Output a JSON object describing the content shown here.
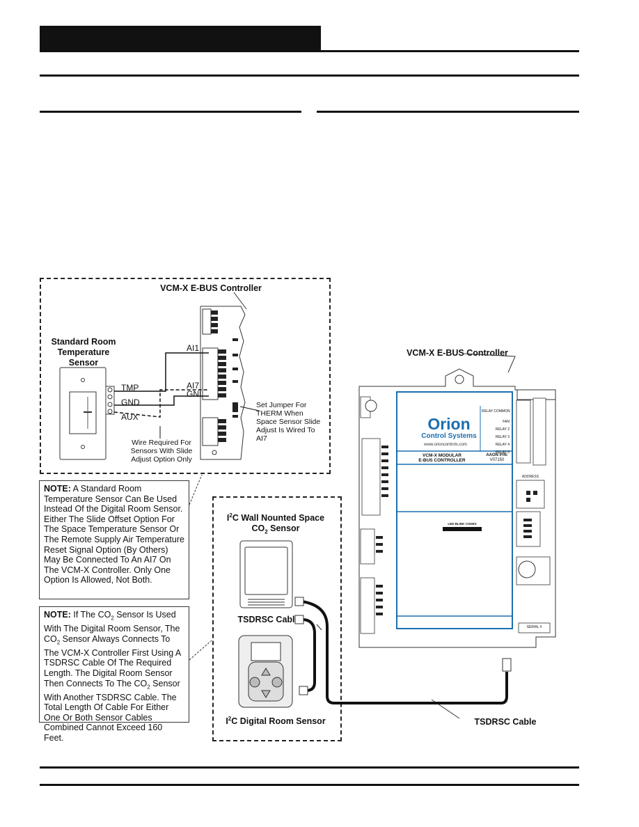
{
  "left_diagram": {
    "controller_title": "VCM-X E-BUS Controller",
    "sensor_title": "Standard Room Temperature Sensor",
    "wire_tmp": "TMP",
    "wire_gnd": "GND",
    "wire_aux": "AUX",
    "ai1": "AI1",
    "ai7": "AI7",
    "gnd2": "GND",
    "jumper_note": "Set Jumper For THERM When Space Sensor Slide Adjust Is Wired To AI7",
    "slide_note": "Wire Required For Sensors With Slide Adjust Option Only"
  },
  "note1": {
    "bold": "NOTE:",
    "text": " A Standard Room Temperature Sensor Can Be Used Instead Of the Digital Room Sensor. Either The Slide Offset Option For The Space Temperature Sensor Or The Remote Supply Air Temperature Reset Signal Option (By Others) May Be Connected To An AI7 On The VCM-X Controller. Only One Option Is Allowed, Not Both."
  },
  "note2": {
    "bold": "NOTE:",
    "text_a": " If The CO",
    "sub_a": "2",
    "text_b": " Sensor Is Used With The Digital Room Sensor, The CO",
    "sub_b": "2",
    "text_c": " Sensor Always Connects To The VCM-X Controller First Using A TSDRSC Cable Of The Required Length. The Digital Room Sensor Then Connects To The CO",
    "sub_c": "2",
    "text_d": " Sensor With Another TSDRSC Cable. The Total Length Of Cable For Either One Or Both Sensor Cables Combined Cannot Exceed 160 Feet."
  },
  "middle": {
    "co2_title_a": "I",
    "co2_title_sup": "2",
    "co2_title_b": "C Wall Nounted Space",
    "co2_title_c": "CO",
    "co2_title_sub": "2",
    "co2_title_d": " Sensor",
    "cable_label": "TSDRSC Cable",
    "digital_a": "I",
    "digital_sup": "2",
    "digital_b": "C Digital Room Sensor"
  },
  "right_diagram": {
    "controller_title": "VCM-X E-BUS Controller",
    "brand": "Orion",
    "brand_sub": "Control Systems",
    "website": "www.orioncontrols.com",
    "module_title": "VCM-X MODULAR",
    "module_sub": "E-BUS CONTROLLER",
    "aaon_pn": "AAON P/N:",
    "pn_value": "V07150",
    "cable_label": "TSDRSC Cable",
    "relays": [
      "FAN",
      "RELAY 2",
      "RELAY 3",
      "RELAY 4",
      "RELAY 5"
    ],
    "relay_common": "RELAY COMMON",
    "serial": "SERIAL #",
    "address": "ADDRESS",
    "led_header": "LED BLINK CODES"
  },
  "colors": {
    "accent_blue": "#1a6fb0",
    "brand_red": "#d12020"
  }
}
